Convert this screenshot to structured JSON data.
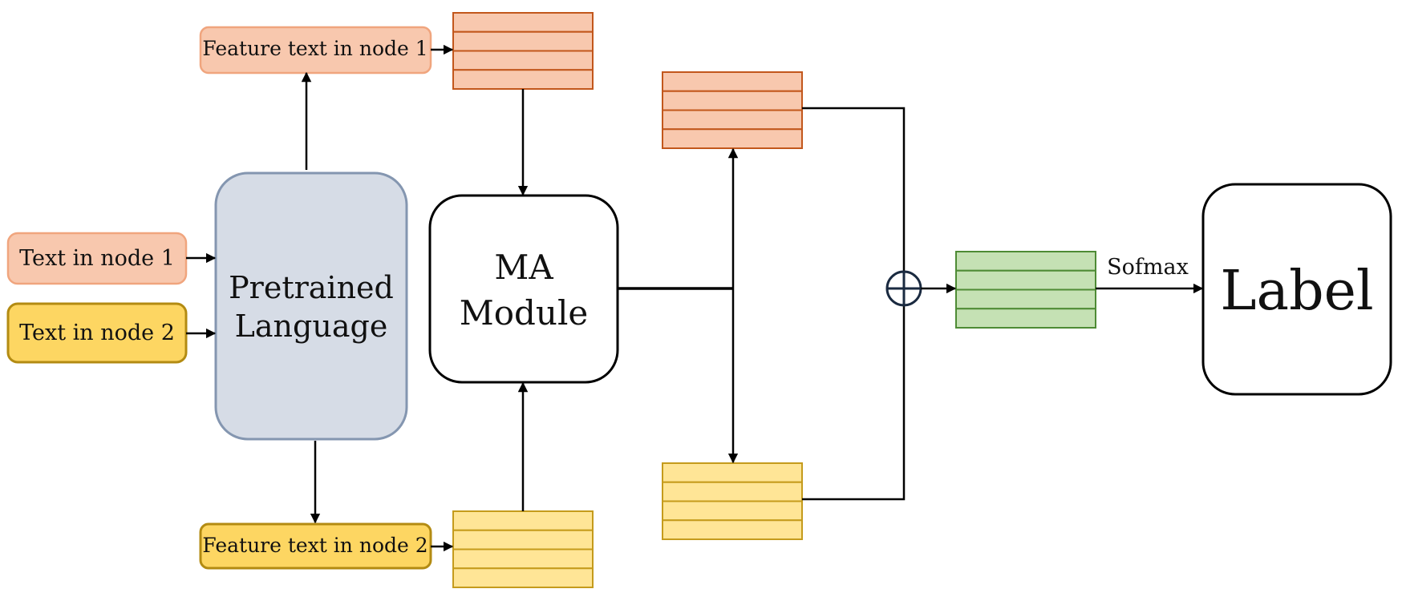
{
  "colors": {
    "orange_fill": "#F8C8AE",
    "orange_stroke": "#C2571C",
    "orange_box_stroke": "#F0A57E",
    "yellow_fill": "#FDD662",
    "yellow_stroke": "#B38B12",
    "yellow_cell_fill": "#FFE596",
    "yellow_cell_stroke": "#C59B1C",
    "green_fill": "#C5E1B4",
    "green_stroke": "#4E8B35",
    "lm_fill": "#D6DCE6",
    "lm_stroke": "#8496B0"
  },
  "nodes": {
    "text_node_1": "Text in node 1",
    "text_node_2": "Text in node 2",
    "pretrained_line1": "Pretrained",
    "pretrained_line2": "Language",
    "feature_node_1": "Feature text in node 1",
    "feature_node_2": "Feature text in node 2",
    "ma_line1": "MA",
    "ma_line2": "Module",
    "softmax": "Sofmax",
    "label": "Label"
  }
}
